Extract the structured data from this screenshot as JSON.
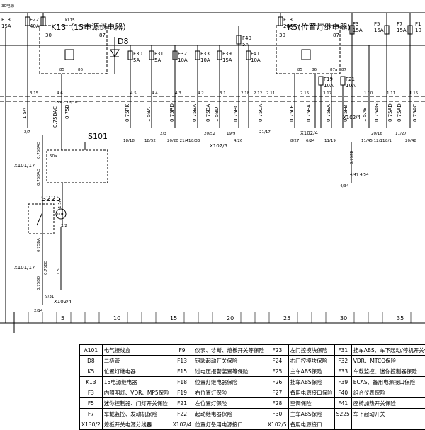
{
  "supply": {
    "rail_label": "30电源",
    "fuses": [
      {
        "name": "F13",
        "rating": "15A"
      },
      {
        "name": "F22",
        "rating": "40A"
      },
      {
        "name": "F18",
        "rating": "20A"
      },
      {
        "name": "F40",
        "rating": "5A"
      },
      {
        "name": "F3",
        "rating": "15A"
      },
      {
        "name": "F5",
        "rating": "15A"
      },
      {
        "name": "F7",
        "rating": "15A"
      },
      {
        "name": "F1",
        "rating": "10"
      }
    ]
  },
  "relays": {
    "k13": {
      "code": "KL15",
      "title": "K13（15电源继电器）",
      "pins": [
        "30",
        "87",
        "85",
        "86"
      ]
    },
    "k5": {
      "title": "K5(位置灯继电器)",
      "pins": [
        "30",
        "87",
        "85",
        "86",
        "87a",
        "87"
      ]
    },
    "diode": "D8"
  },
  "branch_fuses": [
    {
      "name": "F30",
      "rating": "5A"
    },
    {
      "name": "F31",
      "rating": "5A"
    },
    {
      "name": "F32",
      "rating": "10A"
    },
    {
      "name": "F33",
      "rating": "10A"
    },
    {
      "name": "F39",
      "rating": "15A"
    },
    {
      "name": "F41",
      "rating": "10A"
    },
    {
      "name": "F19",
      "rating": "10A"
    },
    {
      "name": "F21",
      "rating": "10A"
    }
  ],
  "connector_ids": [
    "3.15",
    "4.6",
    "4.5",
    "4.4",
    "4.3",
    "4.2",
    "3.1",
    "2.18",
    "2.12",
    "2.11",
    "2.15",
    "3.17",
    "1.10",
    "1.11",
    "1.15"
  ],
  "wires": [
    {
      "label": "1.5A",
      "dest": "2/7"
    },
    {
      "label": "0.75BAC",
      "dest": "16/42\n16/10"
    },
    {
      "label": "0.75B",
      "dest": ""
    },
    {
      "label": "0.75RK",
      "dest": "18/18"
    },
    {
      "label": "1.5BA",
      "dest": "18/52"
    },
    {
      "label": "0.75RD",
      "dest": "2/3"
    },
    {
      "label": "0.75BA",
      "dest": "20/20\n21/41"
    },
    {
      "label": "0.75BA",
      "dest": "8/33"
    },
    {
      "label": "1.5BD",
      "dest": "20/52"
    },
    {
      "label": "0.75BC",
      "dest": "4/26"
    },
    {
      "label": "0.75CA",
      "dest": "21/17"
    },
    {
      "label": "0.75LE",
      "dest": "8/27"
    },
    {
      "label": "0.75EA",
      "dest": "6/24"
    },
    {
      "label": "0.75EA",
      "dest": "11/19"
    },
    {
      "label": "0.75FB",
      "dest": ""
    },
    {
      "label": "1.5AB",
      "dest": "11/45\n12/11"
    },
    {
      "label": "0.75AGC",
      "dest": "20/16"
    },
    {
      "label": "0.75AD",
      "dest": "8/1"
    },
    {
      "label": "0.75AD",
      "dest": "11/27"
    },
    {
      "label": "0.75AC",
      "dest": "20/48"
    }
  ],
  "labels": {
    "s101": "S101",
    "s225": "S225",
    "a101": "101",
    "x101_17": "X101/17",
    "x102_5": "X102/5",
    "x102_4": "X102/4",
    "misc": [
      "9/31",
      "2/14",
      "2/2",
      "4/34",
      "4/47\n4/54",
      "19/9",
      "1.5L",
      "0.75BD",
      "0.75BA",
      "0.75BD",
      "1.5A",
      "0.75FB",
      "0.75BAC",
      "0.75BAD",
      "50a"
    ]
  },
  "ruler": [
    "5",
    "10",
    "15",
    "20",
    "25",
    "30",
    "35"
  ],
  "legend": [
    [
      {
        "code": "A101",
        "desc": "电气接线盒"
      },
      {
        "code": "F9",
        "desc": "仪表、诊断、熄板开关等保险"
      },
      {
        "code": "F23",
        "desc": "左门控模块保险"
      },
      {
        "code": "F31",
        "desc": "挂车ABS、车下起动/停机开关保险"
      }
    ],
    [
      {
        "code": "D8",
        "desc": "二极管"
      },
      {
        "code": "F13",
        "desc": "钥匙起动开关保险"
      },
      {
        "code": "F24",
        "desc": "右门控模块保险"
      },
      {
        "code": "F32",
        "desc": "VDR、MTCO保险"
      }
    ],
    [
      {
        "code": "K5",
        "desc": "位置灯继电器"
      },
      {
        "code": "F15",
        "desc": "过电压报警装置等保险"
      },
      {
        "code": "F25",
        "desc": "主车ABS保险"
      },
      {
        "code": "F33",
        "desc": "车载监控、迷你控制器保险"
      }
    ],
    [
      {
        "code": "K13",
        "desc": "15电源继电器"
      },
      {
        "code": "F18",
        "desc": "位置灯继电器保险"
      },
      {
        "code": "F26",
        "desc": "挂车ABS保险"
      },
      {
        "code": "F39",
        "desc": "ECAS、备用电源接口保险"
      }
    ],
    [
      {
        "code": "F3",
        "desc": "内照明灯、VDR、MP5保险"
      },
      {
        "code": "F19",
        "desc": "右位置灯保险"
      },
      {
        "code": "F27",
        "desc": "备用电源接口保险"
      },
      {
        "code": "F40",
        "desc": "组合仪表保险"
      }
    ],
    [
      {
        "code": "F5",
        "desc": "迷你控制器、门灯开关保险"
      },
      {
        "code": "F21",
        "desc": "左位置灯保险"
      },
      {
        "code": "F28",
        "desc": "空调保险"
      },
      {
        "code": "F41",
        "desc": "座椅加热开关保险"
      }
    ],
    [
      {
        "code": "F7",
        "desc": "车载监控、发动机保险"
      },
      {
        "code": "F22",
        "desc": "起动继电器保险"
      },
      {
        "code": "F30",
        "desc": "主车ABS保险"
      },
      {
        "code": "S225",
        "desc": "车下起动开关"
      }
    ],
    [
      {
        "code": "X130/2",
        "desc": "熄板开关电源分线器"
      },
      {
        "code": "X102/4",
        "desc": "位置灯备用电源接口"
      },
      {
        "code": "X102/5",
        "desc": "备用电源接口"
      },
      {
        "code": "",
        "desc": ""
      }
    ]
  ]
}
